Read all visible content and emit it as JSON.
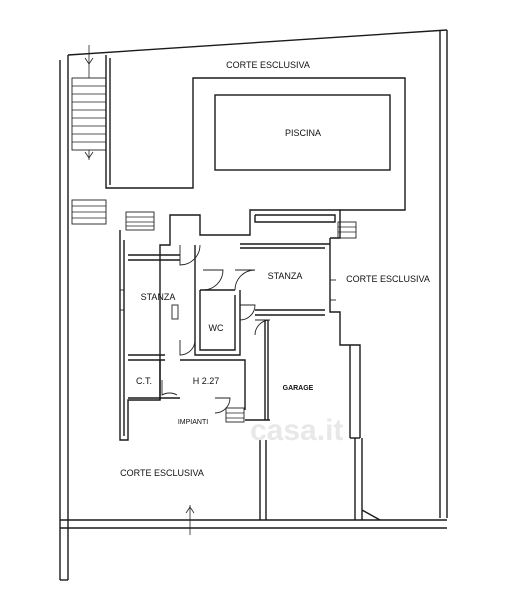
{
  "labels": {
    "corte_top": "CORTE ESCLUSIVA",
    "piscina": "PISCINA",
    "stanza_left": "STANZA",
    "stanza_right": "STANZA",
    "corte_right": "CORTE ESCLUSIVA",
    "wc": "WC",
    "ct": "C.T.",
    "height": "H 2.27",
    "garage": "GARAGE",
    "impianti": "IMPIANTI",
    "corte_bottom": "CORTE ESCLUSIVA"
  },
  "watermark": {
    "text": "casa.it"
  },
  "colors": {
    "line": "#1a1a1a",
    "background": "#ffffff",
    "watermark": "#d9d9d9"
  }
}
